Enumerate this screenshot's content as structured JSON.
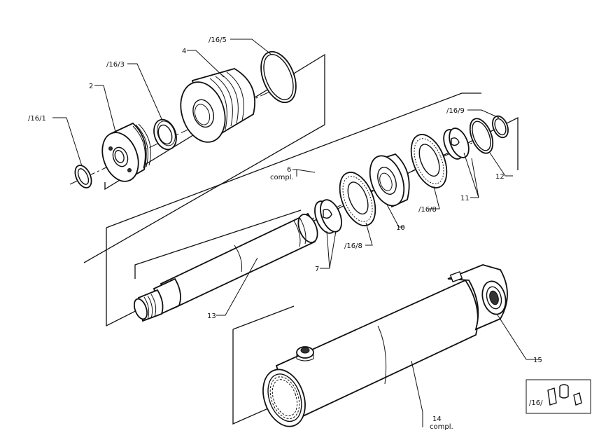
{
  "labels": {
    "p16_1": "/16/1",
    "p2": "2",
    "p16_3": "/16/3",
    "p4": "4",
    "p16_5": "/16/5",
    "p6": "6",
    "p6_compl": "compl.",
    "p16_9": "/16/9",
    "p12": "12",
    "p11": "11",
    "p16_8a": "/16/8",
    "p10": "10",
    "p16_8b": "/16/8",
    "p7": "7",
    "p13": "13",
    "p15": "15",
    "p14": "14",
    "p14_compl": "compl.",
    "p16": "/16/"
  },
  "icons": [
    "seal-kit-icon"
  ]
}
